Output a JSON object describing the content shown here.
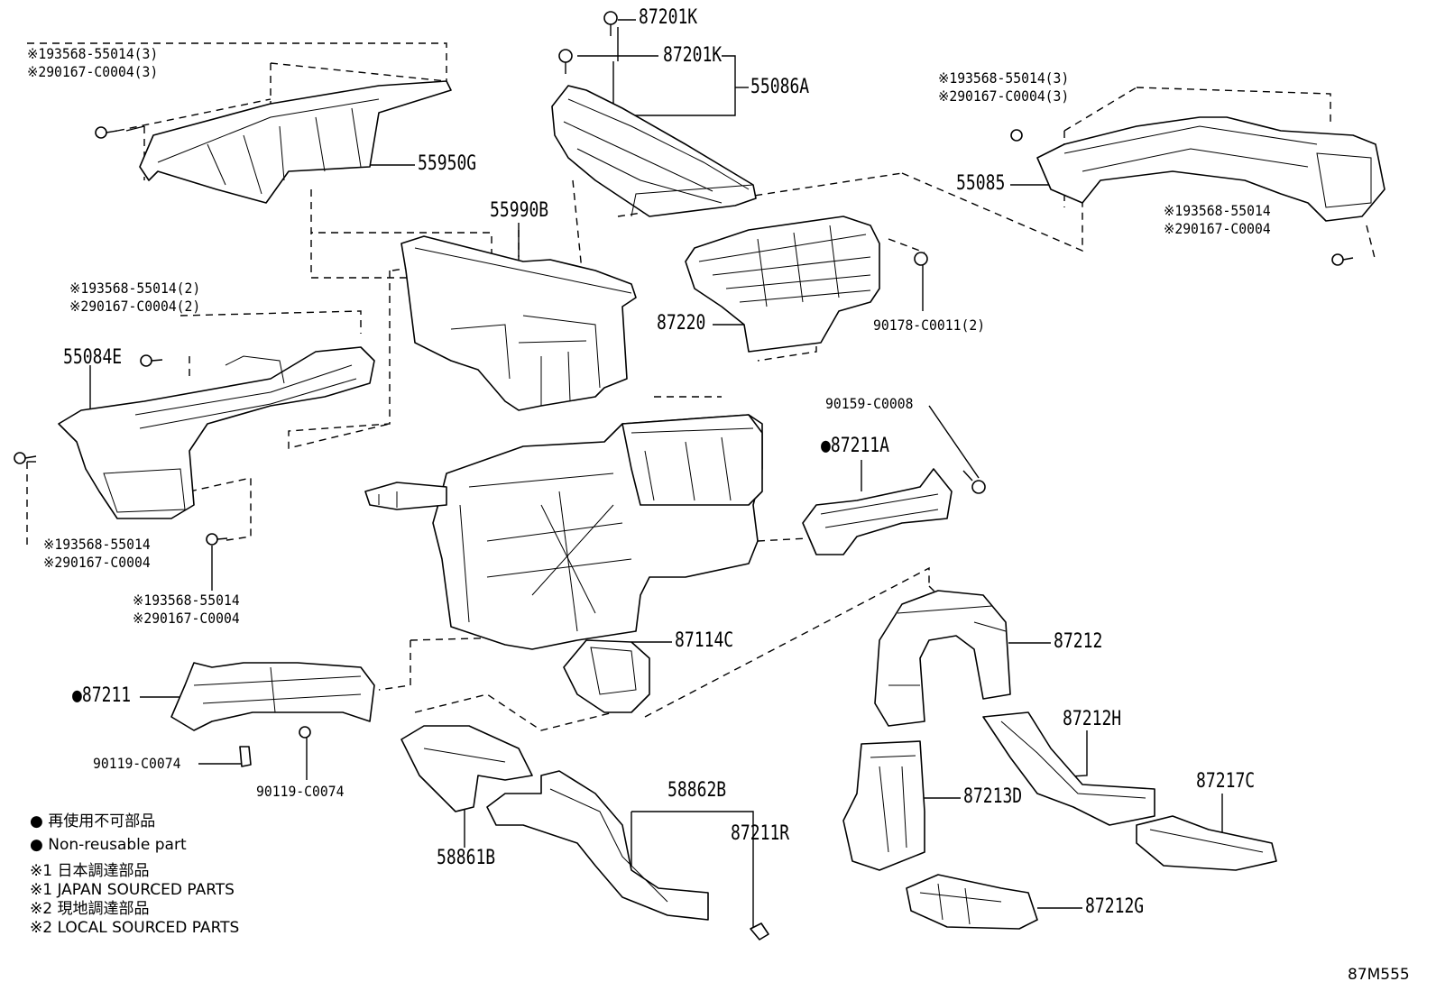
{
  "parts": {
    "p87201K_top": "87201K",
    "p87201K_mid": "87201K",
    "p55086A": "55086A",
    "p55950G": "55950G",
    "p55990B": "55990B",
    "p55085": "55085",
    "p87220": "87220",
    "p90178": "90178-C0011(2)",
    "p55084E": "55084E",
    "p90159": "90159-C0008",
    "p87211A": "87211A",
    "p87114C": "87114C",
    "p87211": "87211",
    "p87212": "87212",
    "p87212H": "87212H",
    "p87213D": "87213D",
    "p87217C": "87217C",
    "p87212G": "87212G",
    "p90119_a": "90119-C0074",
    "p90119_b": "90119-C0074",
    "p58862B": "58862B",
    "p87211R": "87211R",
    "p58861B": "58861B"
  },
  "notes": {
    "tl_1": "※193568-55014(3)",
    "tl_2": "※290167-C0004(3)",
    "tr_1": "※193568-55014(3)",
    "tr_2": "※290167-C0004(3)",
    "tr_b1": "※193568-55014",
    "tr_b2": "※290167-C0004",
    "ml_1": "※193568-55014(2)",
    "ml_2": "※290167-C0004(2)",
    "ll_1": "※193568-55014",
    "ll_2": "※290167-C0004",
    "lc_1": "※193568-55014",
    "lc_2": "※290167-C0004"
  },
  "legend": {
    "line1": "● 再使用不可部品",
    "line2": "● Non-reusable part",
    "line3": "※1 日本調達部品",
    "line4": "※1 JAPAN SOURCED PARTS",
    "line5": "※2 現地調達部品",
    "line6": "※2 LOCAL SOURCED PARTS"
  },
  "diagram_code": "87M555"
}
